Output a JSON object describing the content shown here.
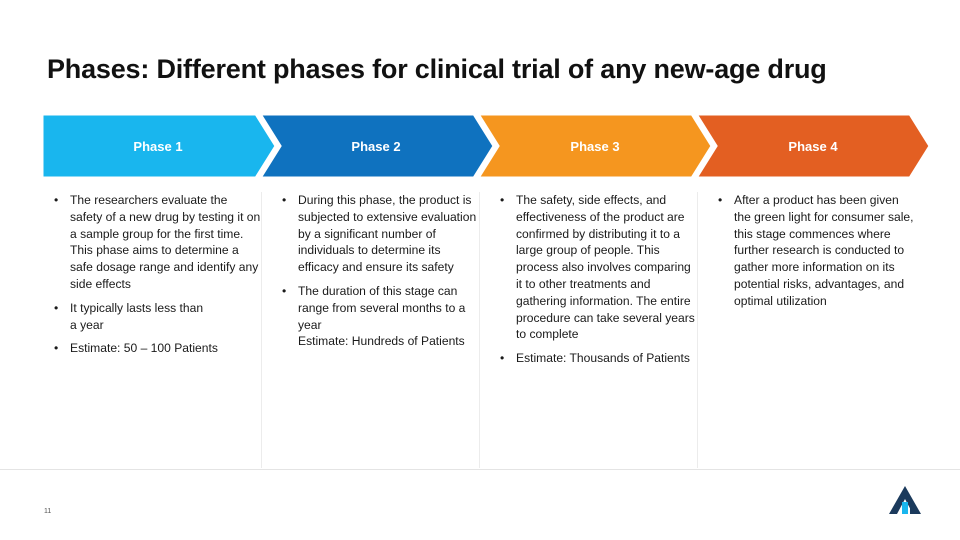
{
  "slide": {
    "title": "Phases: Different phases for clinical trial of any new-age drug",
    "page_number": "11"
  },
  "phases": [
    {
      "label": "Phase 1",
      "color": "#19b6ee",
      "bullets": [
        "The researchers evaluate the safety of a new drug by testing it on a sample group for the first time. This phase aims to determine a safe dosage range and identify any side effects",
        "It typically lasts less than\na year",
        "Estimate: 50 – 100 Patients"
      ]
    },
    {
      "label": "Phase 2",
      "color": "#0f72bf",
      "bullets": [
        "During this phase, the product is subjected to extensive evaluation by a significant number of individuals to determine its efficacy and ensure its safety",
        "The duration of this stage can range from several months to a year\nEstimate: Hundreds of Patients"
      ]
    },
    {
      "label": "Phase 3",
      "color": "#f5961f",
      "bullets": [
        "The safety, side effects, and effectiveness of the product are confirmed by distributing it to a large group of people. This process also involves comparing it to other treatments and gathering information. The entire procedure can take several years to complete",
        "Estimate: Thousands of Patients"
      ]
    },
    {
      "label": "Phase 4",
      "color": "#e35f22",
      "bullets": [
        "After a product has been given the green light for consumer sale, this stage commences where further research is conducted to gather more information on its potential risks, advantages, and optimal utilization"
      ]
    }
  ],
  "logo": {
    "icon": "triangle-logo-icon",
    "colors": [
      "#1b3a5c",
      "#19b6ee"
    ]
  }
}
